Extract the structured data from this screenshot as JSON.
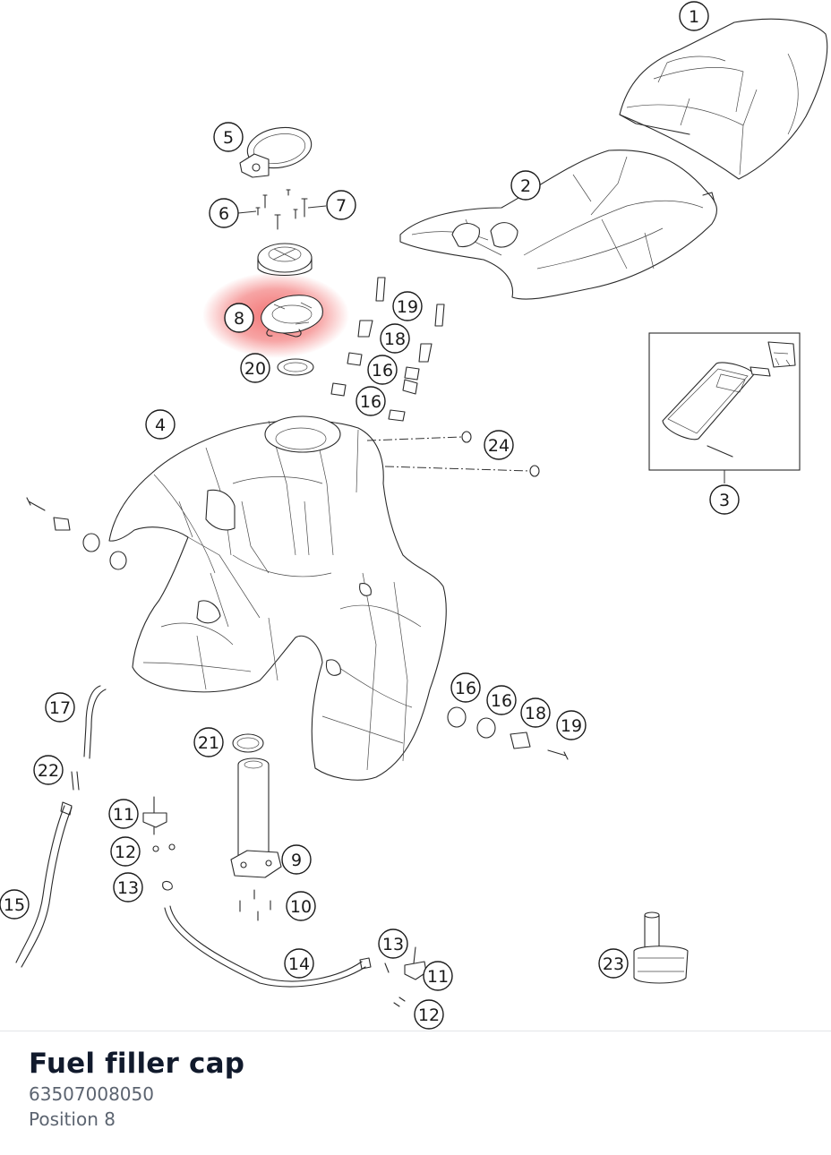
{
  "highlight_color": "#f05a5a",
  "callouts": [
    {
      "label": "1"
    },
    {
      "label": "2"
    },
    {
      "label": "3"
    },
    {
      "label": "4"
    },
    {
      "label": "5"
    },
    {
      "label": "6"
    },
    {
      "label": "7"
    },
    {
      "label": "8"
    },
    {
      "label": "19"
    },
    {
      "label": "18"
    },
    {
      "label": "20"
    },
    {
      "label": "16"
    },
    {
      "label": "16"
    },
    {
      "label": "24"
    },
    {
      "label": "17"
    },
    {
      "label": "16"
    },
    {
      "label": "16"
    },
    {
      "label": "18"
    },
    {
      "label": "19"
    },
    {
      "label": "21"
    },
    {
      "label": "22"
    },
    {
      "label": "11"
    },
    {
      "label": "9"
    },
    {
      "label": "12"
    },
    {
      "label": "13"
    },
    {
      "label": "10"
    },
    {
      "label": "15"
    },
    {
      "label": "13"
    },
    {
      "label": "14"
    },
    {
      "label": "11"
    },
    {
      "label": "23"
    },
    {
      "label": "12"
    }
  ],
  "selected_part": {
    "title": "Fuel filler cap",
    "part_number": "63507008050",
    "position": "Position 8"
  }
}
